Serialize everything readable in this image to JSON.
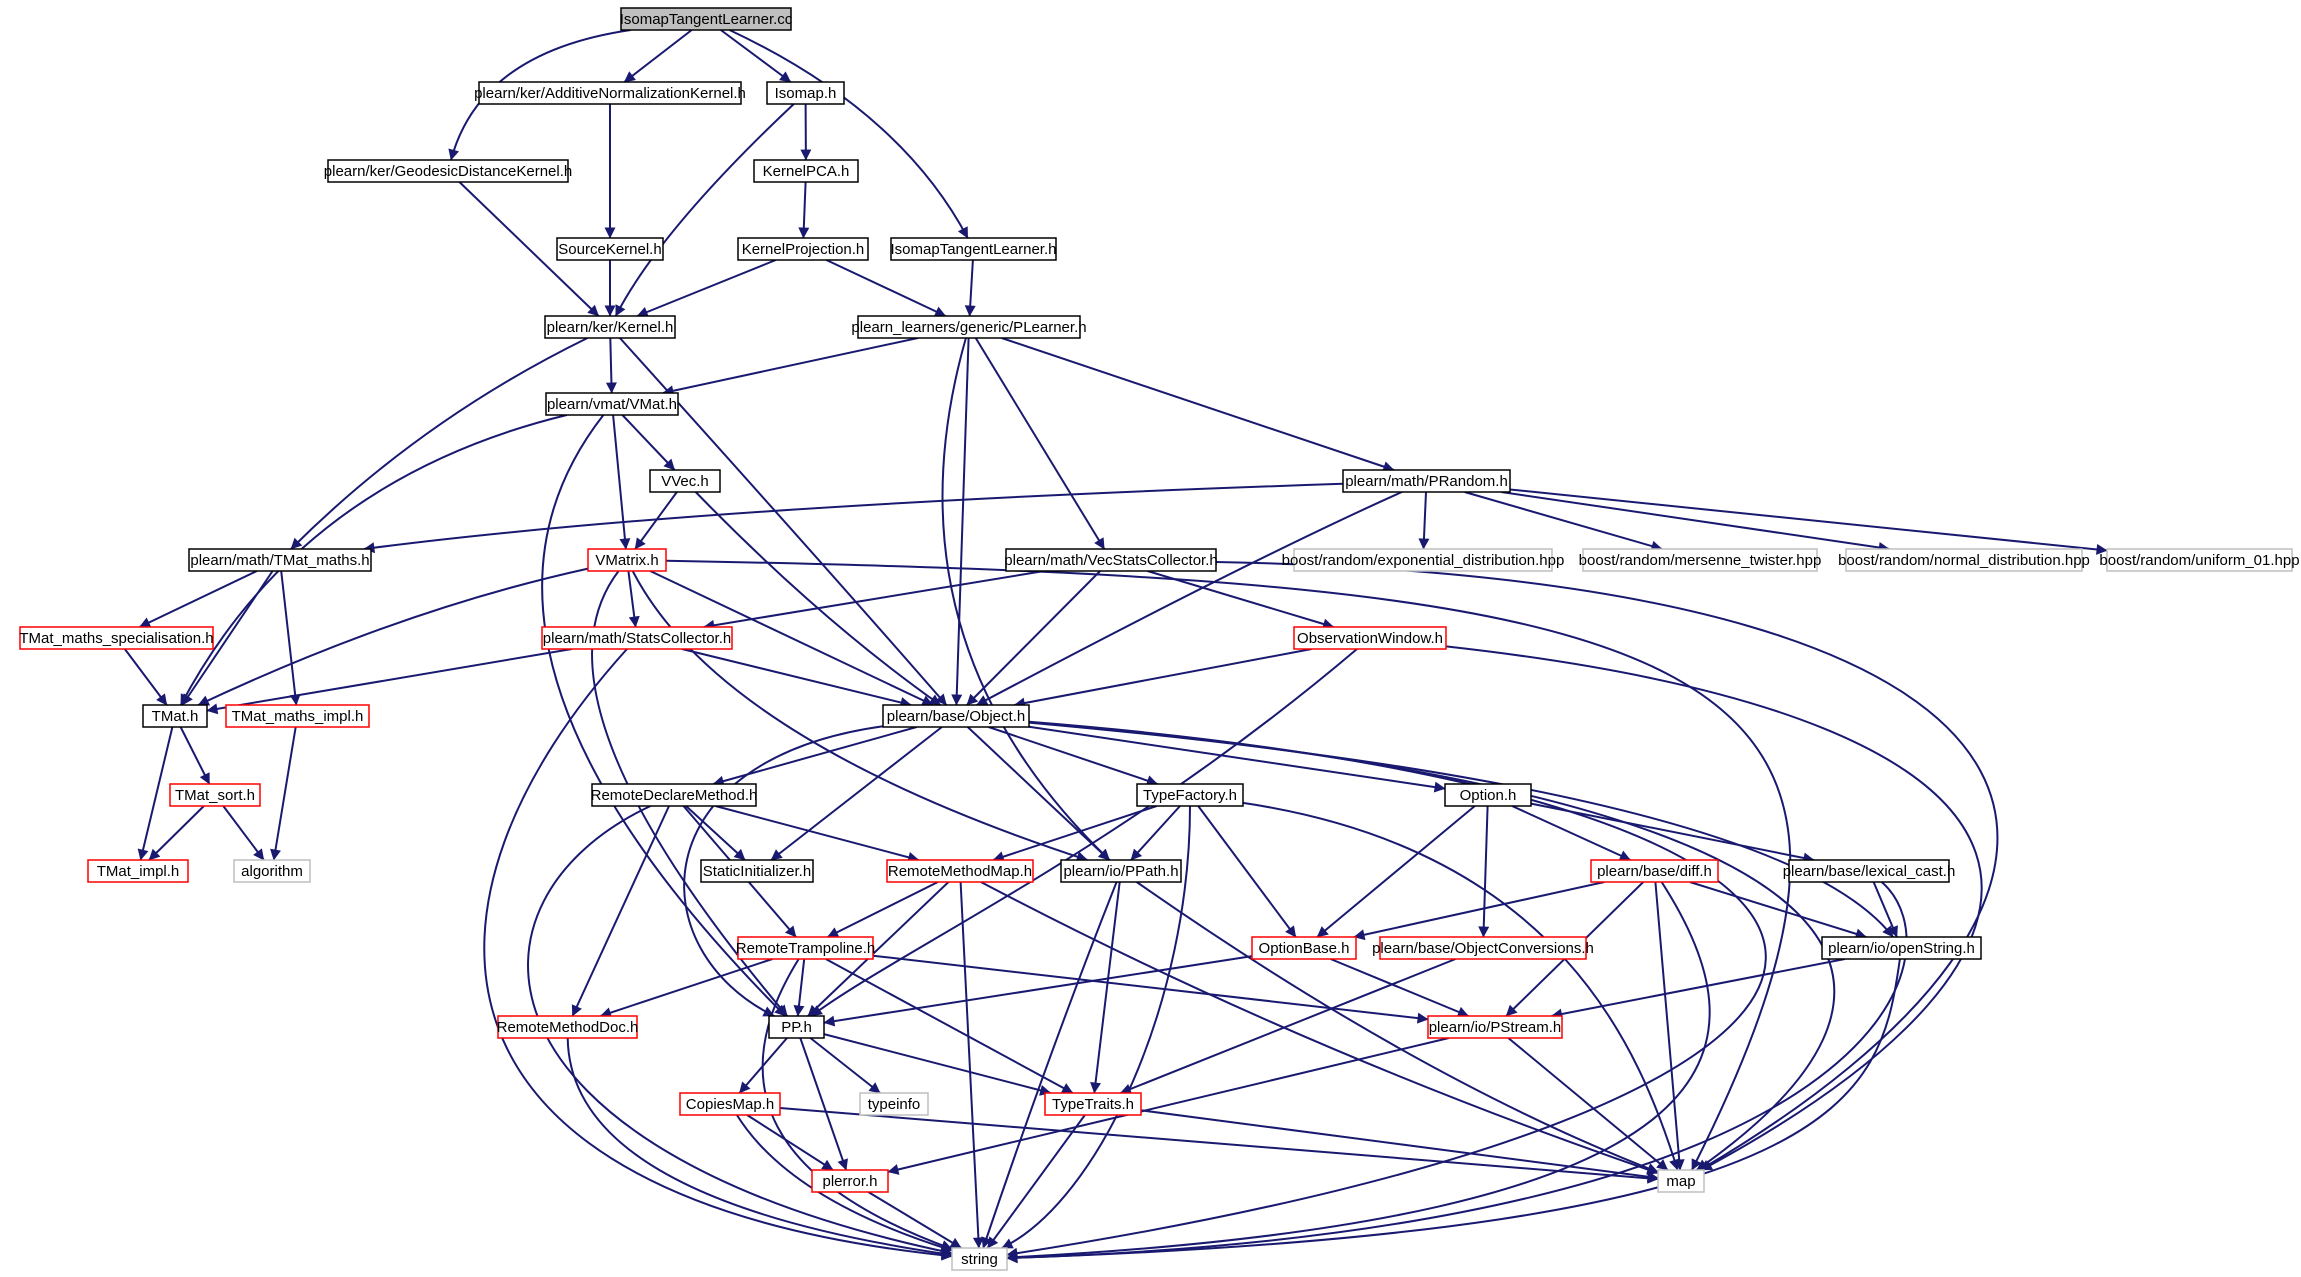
{
  "colors": {
    "edge": "#191970",
    "border_black": "#000000",
    "border_red": "#ff0000",
    "border_gray": "#bfbfbf",
    "fill_root": "#bfbfbf",
    "fill_node": "#ffffff"
  },
  "nodes": [
    {
      "id": "root",
      "label": "IsomapTangentLearner.cc",
      "style": "root"
    },
    {
      "id": "addnorm",
      "label": "plearn/ker/AdditiveNormalizationKernel.h",
      "style": "black"
    },
    {
      "id": "isomap",
      "label": "Isomap.h",
      "style": "black"
    },
    {
      "id": "geodesic",
      "label": "plearn/ker/GeodesicDistanceKernel.h",
      "style": "black"
    },
    {
      "id": "kpca",
      "label": "KernelPCA.h",
      "style": "black"
    },
    {
      "id": "source",
      "label": "SourceKernel.h",
      "style": "black"
    },
    {
      "id": "kproj",
      "label": "KernelProjection.h",
      "style": "black"
    },
    {
      "id": "itl",
      "label": "IsomapTangentLearner.h",
      "style": "black"
    },
    {
      "id": "kernel",
      "label": "plearn/ker/Kernel.h",
      "style": "black"
    },
    {
      "id": "plearner",
      "label": "plearn_learners/generic/PLearner.h",
      "style": "black"
    },
    {
      "id": "vmat",
      "label": "plearn/vmat/VMat.h",
      "style": "black"
    },
    {
      "id": "vvec",
      "label": "VVec.h",
      "style": "black"
    },
    {
      "id": "prandom",
      "label": "plearn/math/PRandom.h",
      "style": "black"
    },
    {
      "id": "tmatmaths",
      "label": "plearn/math/TMat_maths.h",
      "style": "black"
    },
    {
      "id": "vmatrix",
      "label": "VMatrix.h",
      "style": "red"
    },
    {
      "id": "vecstats",
      "label": "plearn/math/VecStatsCollector.h",
      "style": "black"
    },
    {
      "id": "bexp",
      "label": "boost/random/exponential_distribution.hpp",
      "style": "gray"
    },
    {
      "id": "bmt",
      "label": "boost/random/mersenne_twister.hpp",
      "style": "gray"
    },
    {
      "id": "bnorm",
      "label": "boost/random/normal_distribution.hpp",
      "style": "gray"
    },
    {
      "id": "buni",
      "label": "boost/random/uniform_01.hpp",
      "style": "gray"
    },
    {
      "id": "tmatspec",
      "label": "TMat_maths_specialisation.h",
      "style": "red"
    },
    {
      "id": "stats",
      "label": "plearn/math/StatsCollector.h",
      "style": "red"
    },
    {
      "id": "obswin",
      "label": "ObservationWindow.h",
      "style": "red"
    },
    {
      "id": "tmat",
      "label": "TMat.h",
      "style": "black"
    },
    {
      "id": "tmatimplm",
      "label": "TMat_maths_impl.h",
      "style": "red"
    },
    {
      "id": "object",
      "label": "plearn/base/Object.h",
      "style": "black"
    },
    {
      "id": "tmatsort",
      "label": "TMat_sort.h",
      "style": "red"
    },
    {
      "id": "rdm",
      "label": "RemoteDeclareMethod.h",
      "style": "black"
    },
    {
      "id": "typefactory",
      "label": "TypeFactory.h",
      "style": "black"
    },
    {
      "id": "option",
      "label": "Option.h",
      "style": "black"
    },
    {
      "id": "tmatimpl",
      "label": "TMat_impl.h",
      "style": "red"
    },
    {
      "id": "algorithm",
      "label": "algorithm",
      "style": "gray"
    },
    {
      "id": "staticinit",
      "label": "StaticInitializer.h",
      "style": "black"
    },
    {
      "id": "rmm",
      "label": "RemoteMethodMap.h",
      "style": "red"
    },
    {
      "id": "ppath",
      "label": "plearn/io/PPath.h",
      "style": "black"
    },
    {
      "id": "diff",
      "label": "plearn/base/diff.h",
      "style": "red"
    },
    {
      "id": "lexcast",
      "label": "plearn/base/lexical_cast.h",
      "style": "black"
    },
    {
      "id": "rtramp",
      "label": "RemoteTrampoline.h",
      "style": "red"
    },
    {
      "id": "optionbase",
      "label": "OptionBase.h",
      "style": "red"
    },
    {
      "id": "objconv",
      "label": "plearn/base/ObjectConversions.h",
      "style": "red"
    },
    {
      "id": "openstring",
      "label": "plearn/io/openString.h",
      "style": "black"
    },
    {
      "id": "rmdoc",
      "label": "RemoteMethodDoc.h",
      "style": "red"
    },
    {
      "id": "pp",
      "label": "PP.h",
      "style": "black"
    },
    {
      "id": "pstream",
      "label": "plearn/io/PStream.h",
      "style": "red"
    },
    {
      "id": "copiesmap",
      "label": "CopiesMap.h",
      "style": "red"
    },
    {
      "id": "typeinfo",
      "label": "typeinfo",
      "style": "gray"
    },
    {
      "id": "typetraits",
      "label": "TypeTraits.h",
      "style": "red"
    },
    {
      "id": "perror",
      "label": "plerror.h",
      "style": "red"
    },
    {
      "id": "map",
      "label": "map",
      "style": "gray"
    },
    {
      "id": "string",
      "label": "string",
      "style": "gray"
    }
  ]
}
